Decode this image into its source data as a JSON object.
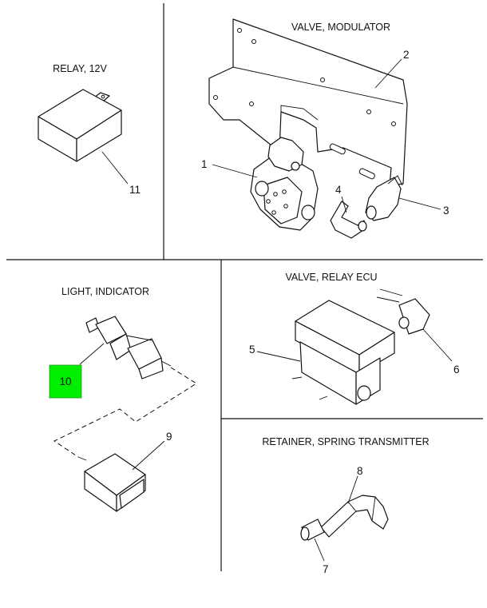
{
  "sections": {
    "relay": {
      "title": "RELAY, 12V"
    },
    "modulator": {
      "title": "VALVE, MODULATOR"
    },
    "indicator": {
      "title": "LIGHT, INDICATOR"
    },
    "relay_ecu": {
      "title": "VALVE, RELAY ECU"
    },
    "retainer": {
      "title": "RETAINER, SPRING TRANSMITTER"
    }
  },
  "callouts": {
    "c1": "1",
    "c2": "2",
    "c3": "3",
    "c4": "4",
    "c5": "5",
    "c6": "6",
    "c7": "7",
    "c8": "8",
    "c9": "9",
    "c10": "10",
    "c11": "11"
  },
  "highlight": {
    "callout": "10",
    "color": "#00ee00"
  }
}
